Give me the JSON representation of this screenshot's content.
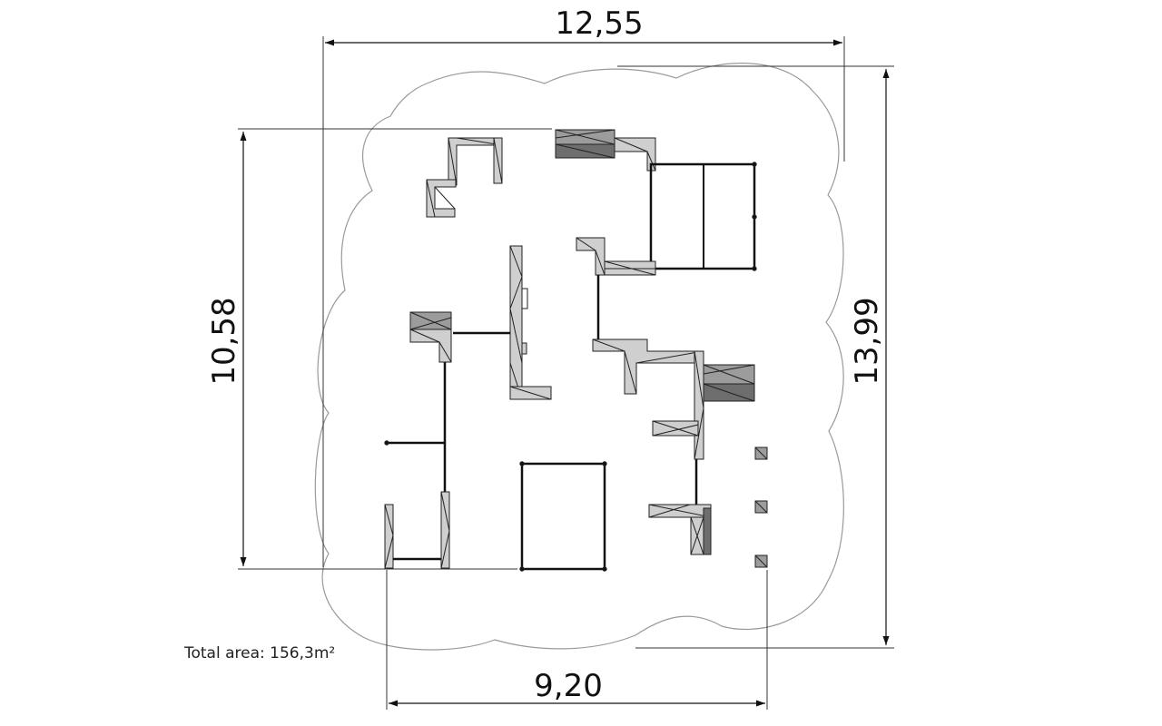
{
  "dimensions": {
    "top_width": "12,55",
    "right_height": "13,99",
    "left_height": "10,58",
    "bottom_width": "9,20"
  },
  "caption": {
    "total_area": "Total area: 156,3m²"
  },
  "colors": {
    "line": "#111111",
    "outline": "#9a9a9a",
    "panel_light": "#cfcfcf",
    "panel_mid": "#9c9c9c",
    "panel_dark": "#6e6e6e"
  }
}
